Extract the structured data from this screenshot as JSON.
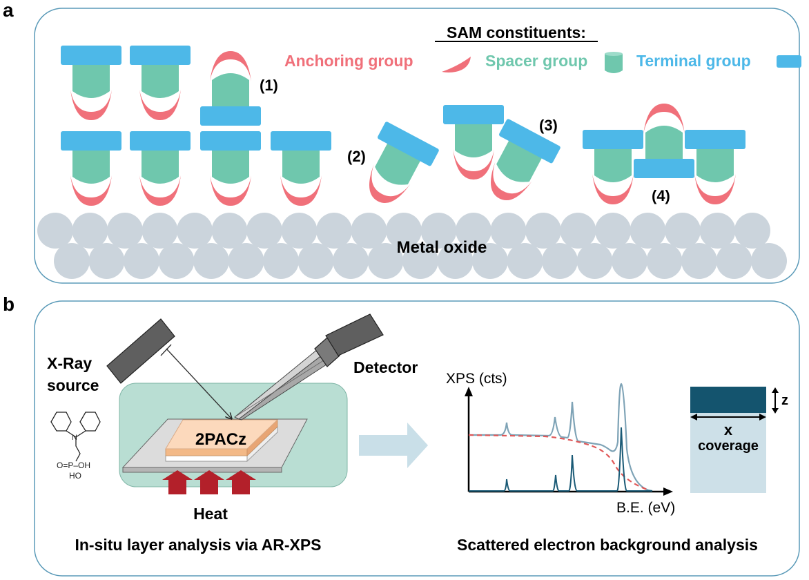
{
  "panel_a": {
    "label": "a",
    "legend": {
      "title": "SAM constituents:",
      "anchoring": "Anchoring group",
      "spacer": "Spacer group",
      "terminal": "Terminal group"
    },
    "defects": [
      "(1)",
      "(2)",
      "(3)",
      "(4)"
    ],
    "substrate_label": "Metal oxide"
  },
  "panel_b": {
    "label": "b",
    "xray_label_1": "X-Ray",
    "xray_label_2": "source",
    "detector_label": "Detector",
    "sample_label": "2PACz",
    "heat_label": "Heat",
    "left_caption": "In-situ layer analysis via AR-XPS",
    "right_caption": "Scattered electron background analysis",
    "molecule": {
      "p_line": "O=P–OH",
      "ho": "HO"
    },
    "plot": {
      "ylabel": "XPS (cts)",
      "xlabel": "B.E. (eV)"
    },
    "layer_model": {
      "z": "z",
      "x": "x",
      "coverage": "coverage"
    }
  },
  "colors": {
    "anchoring": "#f0707a",
    "spacer": "#6fc7ad",
    "terminal": "#4db8e8",
    "substrate": "#cbd4dc",
    "panel_border": "#5a9ab8",
    "sample_top": "#fcd9bc",
    "heat_arrow": "#b3202a",
    "film": "#14546e",
    "bulk": "#cde0e8"
  }
}
